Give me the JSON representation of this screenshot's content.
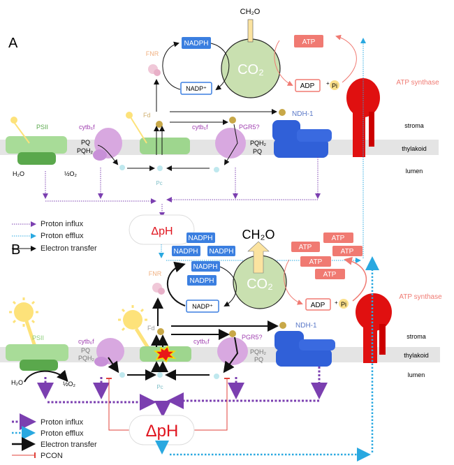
{
  "panel_a": {
    "letter": "A",
    "ch2o": "CH₂O",
    "co2": "CO₂",
    "nadph": "NADPH",
    "nadp": "NADP⁺",
    "fnr": "FNR",
    "atp": "ATP",
    "adp": "ADP",
    "plus": "+",
    "pi": "Pi",
    "atp_synthase": "ATP synthase",
    "fd": "Fd",
    "psii": "PSII",
    "cytb6f_1": "cytb₆f",
    "cytb6f_2": "cytb₆f",
    "pgr5": "PGR5?",
    "ndh1": "NDH-1",
    "pq_1": "PQ",
    "pqh2_1": "PQH₂",
    "pqh2_2": "PQH₂",
    "pq_2": "PQ",
    "h2o": "H₂O",
    "half_o2": "½O₂",
    "pc": "Pc",
    "delta_ph": "ΔpH",
    "stroma": "stroma",
    "thylakoid": "thylakoid",
    "lumen": "lumen",
    "legend": [
      "Proton influx",
      "Proton efflux",
      "Electron transfer"
    ]
  },
  "panel_b": {
    "letter": "B",
    "ch2o": "CH₂O",
    "co2": "CO₂",
    "nadph": [
      "NADPH",
      "NADPH",
      "NADPH",
      "NADPH",
      "NADPH"
    ],
    "nadp": "NADP⁺",
    "fnr": "FNR",
    "atp": [
      "ATP",
      "ATP",
      "ATP",
      "ATP",
      "ATP"
    ],
    "adp": "ADP",
    "plus": "+",
    "pi": "Pi",
    "atp_synthase": "ATP synthase",
    "fd": "Fd",
    "psii": "PSII",
    "cytb6f_1": "cytb₆f",
    "cytb6f_2": "cytb₆f",
    "pgr5": "PGR5?",
    "ndh1": "NDH-1",
    "pq_1": "PQ",
    "pqh2_1": "PQH₂",
    "pqh2_2": "PQH₂",
    "pq_2": "PQ",
    "h2o": "H₂O",
    "half_o2": "½O₂",
    "pc": "Pc",
    "delta_ph": "ΔpH",
    "stroma": "stroma",
    "thylakoid": "thylakoid",
    "lumen": "lumen",
    "legend": [
      "Proton influx",
      "Proton efflux",
      "Electron transfer",
      "PCON"
    ]
  },
  "colors": {
    "proton_influx": "#7b3fb0",
    "proton_efflux": "#29a8e0",
    "electron": "#111111",
    "pcon": "#e0423a",
    "nadph": "#3b7fe0",
    "atp": "#f07a72",
    "co2": "#c9e0b0",
    "atp_synthase": "#e01010",
    "ndh1": "#3060d8",
    "psii": "#8fcf7f",
    "cytb6f": "#d8a8e0",
    "sun": "#fde27a",
    "delta_ph": "#e0141e"
  }
}
